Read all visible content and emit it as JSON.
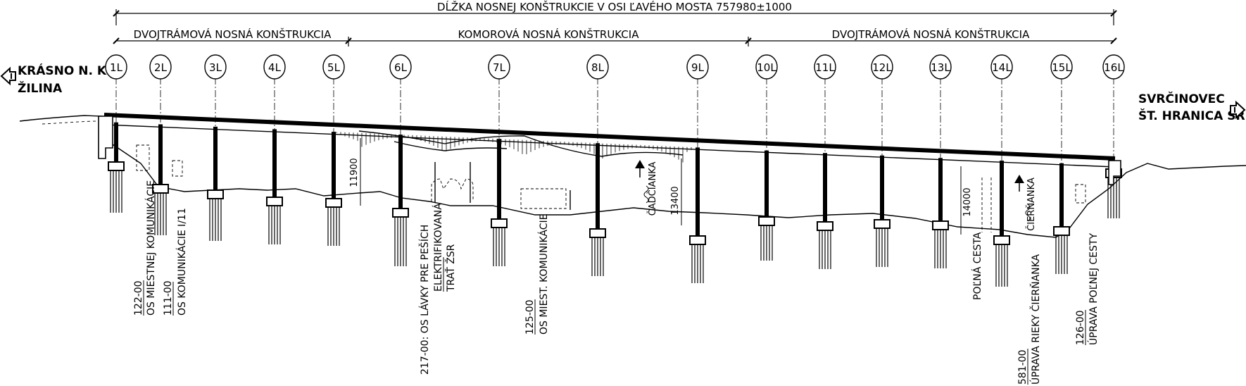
{
  "header": {
    "total_length": "DĹŽKA NOSNEJ KONŠTRUKCIE V OSI ĽAVÉHO MOSTA 757980±1000",
    "segments": [
      "DVOJTRÁMOVÁ NOSNÁ KONŠTRUKCIA",
      "KOMOROVÁ NOSNÁ KONŠTRUKCIA",
      "DVOJTRÁMOVÁ NOSNÁ KONŠTRUKCIA"
    ]
  },
  "ends": {
    "left": {
      "line1": "KRÁSNO N. K.",
      "line2": "ŽILINA"
    },
    "right": {
      "line1": "SVRČINOVEC",
      "line2": "ŠT. HRANICA SR"
    }
  },
  "piers": [
    "1L",
    "2L",
    "3L",
    "4L",
    "5L",
    "6L",
    "7L",
    "8L",
    "9L",
    "10L",
    "11L",
    "12L",
    "13L",
    "14L",
    "15L",
    "16L"
  ],
  "dimensions": {
    "d1": "11900",
    "d2": "13400",
    "d3": "14000"
  },
  "rivers": {
    "left": "ČADČIANKA",
    "right": "ČIERŇANKA"
  },
  "annotations": [
    {
      "id": "a1",
      "code": "122-00",
      "text": "OS MIESTNEJ KOMUNIKÁCIE"
    },
    {
      "id": "a2",
      "code": "111-00",
      "text": "OS KOMUNIKÁCIE I/11"
    },
    {
      "id": "a3",
      "code": "217-00",
      "text": ": OS LÁVKY PRE PEŠÍCH"
    },
    {
      "id": "a4",
      "code": "ELEKTRIFIKOVANÁ",
      "text": "TRAŤ ŽSR"
    },
    {
      "id": "a5",
      "code": "125-00",
      "text": "OS MIEST. KOMUNIKÁCIE"
    },
    {
      "id": "a6",
      "code": "",
      "text": "POĽNÁ CESTA"
    },
    {
      "id": "a7",
      "code": "581-00",
      "text": "ÚPRAVA RIEKY ČIERŇANKA"
    },
    {
      "id": "a8",
      "code": "126-00",
      "text": "ÚPRAVA POĽNEJ CESTY"
    }
  ]
}
